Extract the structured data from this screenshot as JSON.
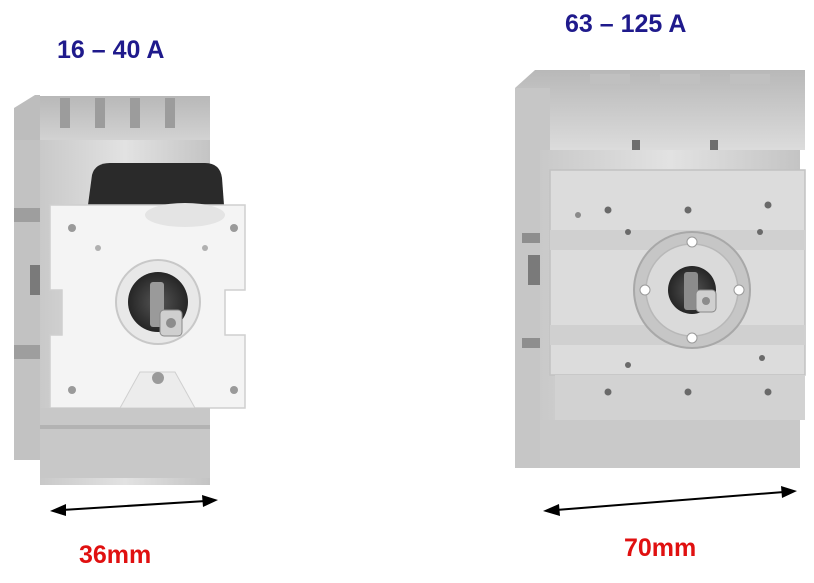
{
  "products": [
    {
      "rating": "16 – 40 A",
      "width": "36mm"
    },
    {
      "rating": "63 – 125 A",
      "width": "70mm"
    }
  ],
  "colors": {
    "rating_text": "#1f1a8c",
    "width_text": "#e01010",
    "switch_body": "#d6d6d6",
    "handle_plate": "#f4f4f4"
  }
}
